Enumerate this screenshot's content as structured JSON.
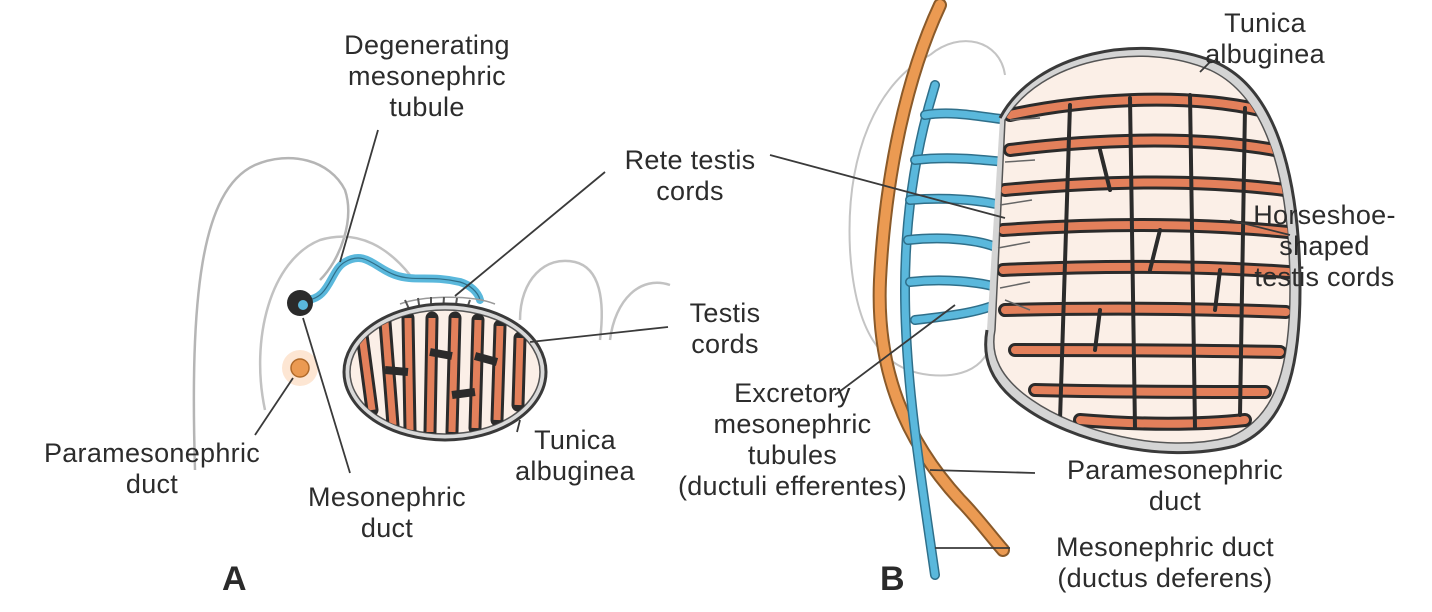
{
  "panel_a": {
    "letter": "A",
    "degenerating_tubule": [
      "Degenerating",
      "mesonephric",
      "tubule"
    ],
    "rete_testis": [
      "Rete testis",
      "cords"
    ],
    "testis_cords": [
      "Testis",
      "cords"
    ],
    "tunica": [
      "Tunica",
      "albuginea"
    ],
    "paramesonephric": [
      "Paramesonephric",
      "duct"
    ],
    "mesonephric": [
      "Mesonephric",
      "duct"
    ]
  },
  "panel_b": {
    "letter": "B",
    "tunica": [
      "Tunica",
      "albuginea"
    ],
    "horseshoe": [
      "Horseshoe-",
      "shaped",
      "testis cords"
    ],
    "excretory": [
      "Excretory",
      "mesonephric",
      "tubules",
      "(ductuli efferentes)"
    ],
    "paramesonephric": [
      "Paramesonephric",
      "duct"
    ],
    "mesonephric": [
      "Mesonephric duct",
      "(ductus deferens)"
    ]
  },
  "colors": {
    "mesonephric_blue": "#5ab8dc",
    "paramesonephric_orange": "#eb9a52",
    "cord_orange": "#e3805b",
    "outline": "#3a3a3a",
    "tunica_gray": "#a8a8a8"
  }
}
